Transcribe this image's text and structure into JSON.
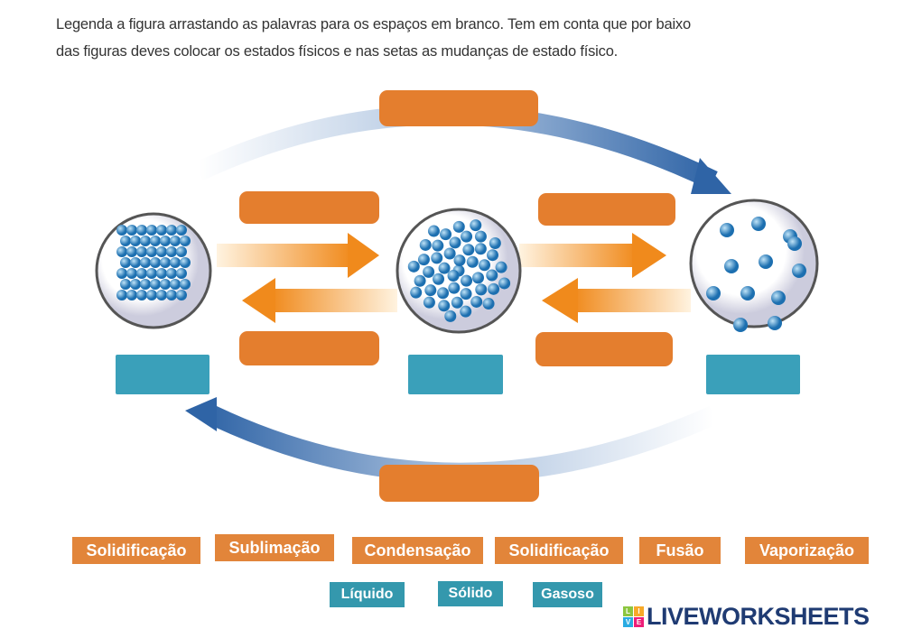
{
  "instructions": {
    "line1": "Legenda a figura arrastando as palavras para os espaços em branco. Tem em conta que por baixo",
    "line2": "das figuras deves colocar os estados físicos e nas setas as mudanças de estado físico."
  },
  "word_bank": {
    "changes": [
      "Solidificação",
      "Sublimação",
      "Condensação",
      "Solidificação",
      "Fusão",
      "Vaporização"
    ],
    "states": [
      "Líquido",
      "Sólido",
      "Gasoso"
    ]
  },
  "colors": {
    "orange": "#e47e2e",
    "teal": "#3aa0ba",
    "arrow_blue": "#2f64a6"
  },
  "logo": {
    "text": "LIVEWORKSHEETS",
    "letters": [
      "L",
      "I",
      "V",
      "E"
    ]
  }
}
